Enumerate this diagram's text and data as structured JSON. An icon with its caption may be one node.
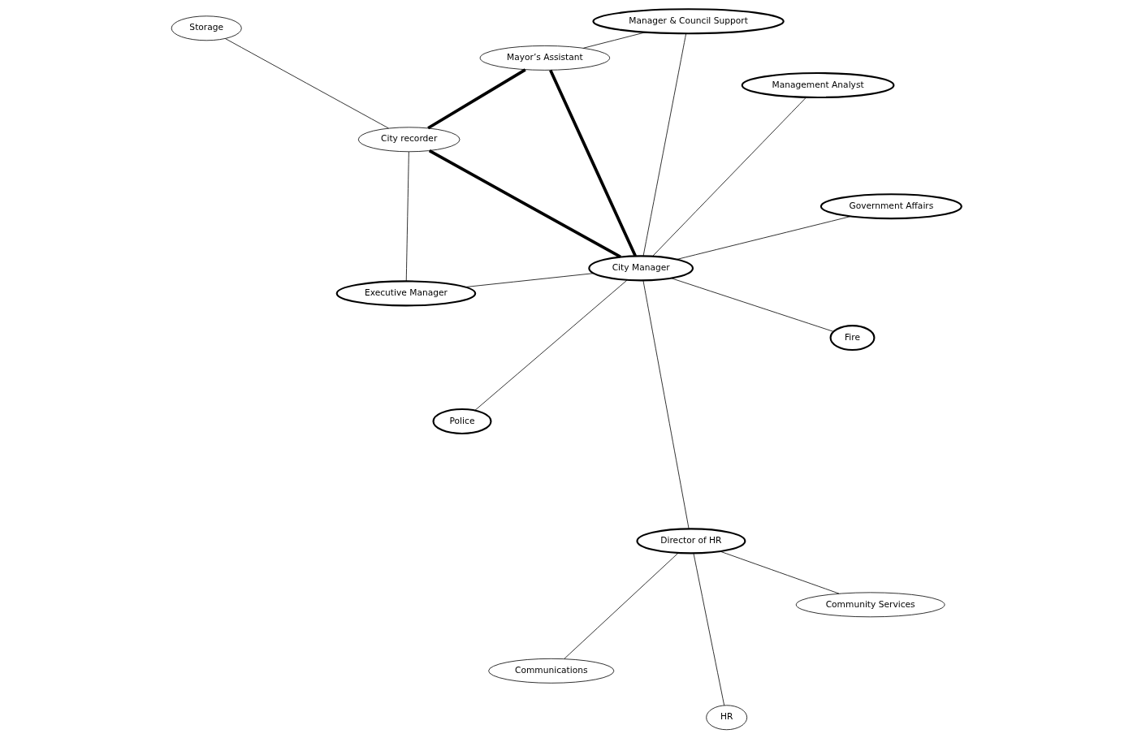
{
  "diagram": {
    "nodes": [
      {
        "text": [
          "Storage"
        ]
      },
      {
        "text": [
          "City recorder"
        ]
      },
      {
        "text": [
          "Mayor’s Assistant"
        ]
      },
      {
        "text": [
          "Executive Manager"
        ]
      },
      {
        "text": [
          "Manager & Council Support"
        ]
      },
      {
        "text": [
          "City Manager"
        ]
      },
      {
        "text": [
          "Government Affairs"
        ]
      },
      {
        "text": [
          "Police"
        ]
      },
      {
        "text": [
          "Director of HR"
        ]
      },
      {
        "text": [
          "HR"
        ]
      },
      {
        "text": [
          "Fire"
        ]
      },
      {
        "text": [
          "Management Analyst"
        ]
      },
      {
        "text": [
          "Communications"
        ]
      },
      {
        "text": [
          "Community Services"
        ]
      }
    ],
    "edges": [
      {
        "from": 0,
        "to": 1,
        "arrow": "none"
      },
      {
        "from": 1,
        "to": 2,
        "arrow": "none",
        "style": "thick"
      },
      {
        "from": 1,
        "to": 5,
        "arrow": "none",
        "style": "thick"
      },
      {
        "from": 2,
        "to": 5,
        "arrow": "none",
        "style": "thick"
      },
      {
        "from": 1,
        "to": 3,
        "arrow": "none"
      },
      {
        "from": 2,
        "to": 4,
        "arrow": "none"
      },
      {
        "from": 3,
        "to": 5,
        "arrow": "none"
      },
      {
        "from": 5,
        "to": 4,
        "arrow": "none"
      },
      {
        "from": 5,
        "to": 6,
        "arrow": "none"
      },
      {
        "from": 5,
        "to": 7,
        "arrow": "none"
      },
      {
        "from": 5,
        "to": 10,
        "arrow": "none"
      },
      {
        "from": 5,
        "to": 11,
        "arrow": "none"
      },
      {
        "from": 5,
        "to": 8,
        "arrow": "none"
      },
      {
        "from": 8,
        "to": 9,
        "arrow": "none"
      },
      {
        "from": 8,
        "to": 12,
        "arrow": "none"
      },
      {
        "from": 8,
        "to": 13,
        "arrow": "none"
      }
    ]
  }
}
